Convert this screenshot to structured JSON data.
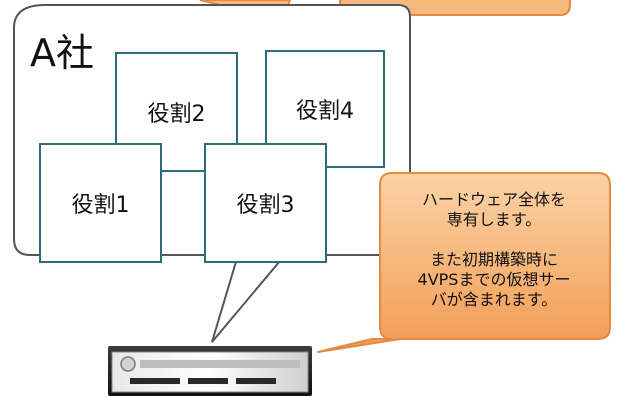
{
  "company": {
    "label": "A社"
  },
  "roles": [
    {
      "label": "役割1"
    },
    {
      "label": "役割2"
    },
    {
      "label": "役割3"
    },
    {
      "label": "役割4"
    }
  ],
  "callout": {
    "lines": [
      "ハードウェア全体を",
      "専有します。",
      "",
      "また初期構築時に",
      "4VPSまでの仮想サー",
      "バが含まれます。"
    ]
  },
  "colors": {
    "role_border": "#2e6b7c",
    "bubble_border": "#555555",
    "callout_fill": "#f6b87c",
    "callout_border": "#e28a3f"
  },
  "icons": {
    "server": "server-icon"
  }
}
